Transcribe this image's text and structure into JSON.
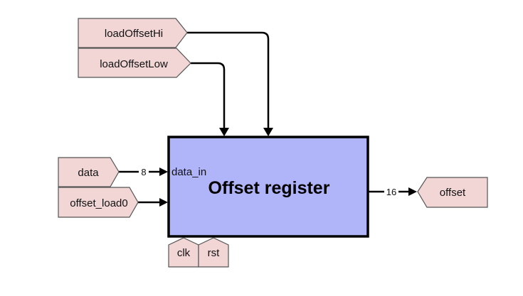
{
  "block": {
    "title": "Offset register",
    "input_port_label": "data_in"
  },
  "top_inputs": {
    "hi": "loadOffsetHi",
    "low": "loadOffsetLow"
  },
  "left_inputs": {
    "data": "data",
    "data_width": "8",
    "load0": "offset_load0"
  },
  "output": {
    "label": "offset",
    "width": "16"
  },
  "bottom_ports": {
    "clk": "clk",
    "rst": "rst"
  },
  "colors": {
    "block_fill": "#b0b4f8",
    "port_fill": "#f2d6d6",
    "wire": "#000000"
  }
}
